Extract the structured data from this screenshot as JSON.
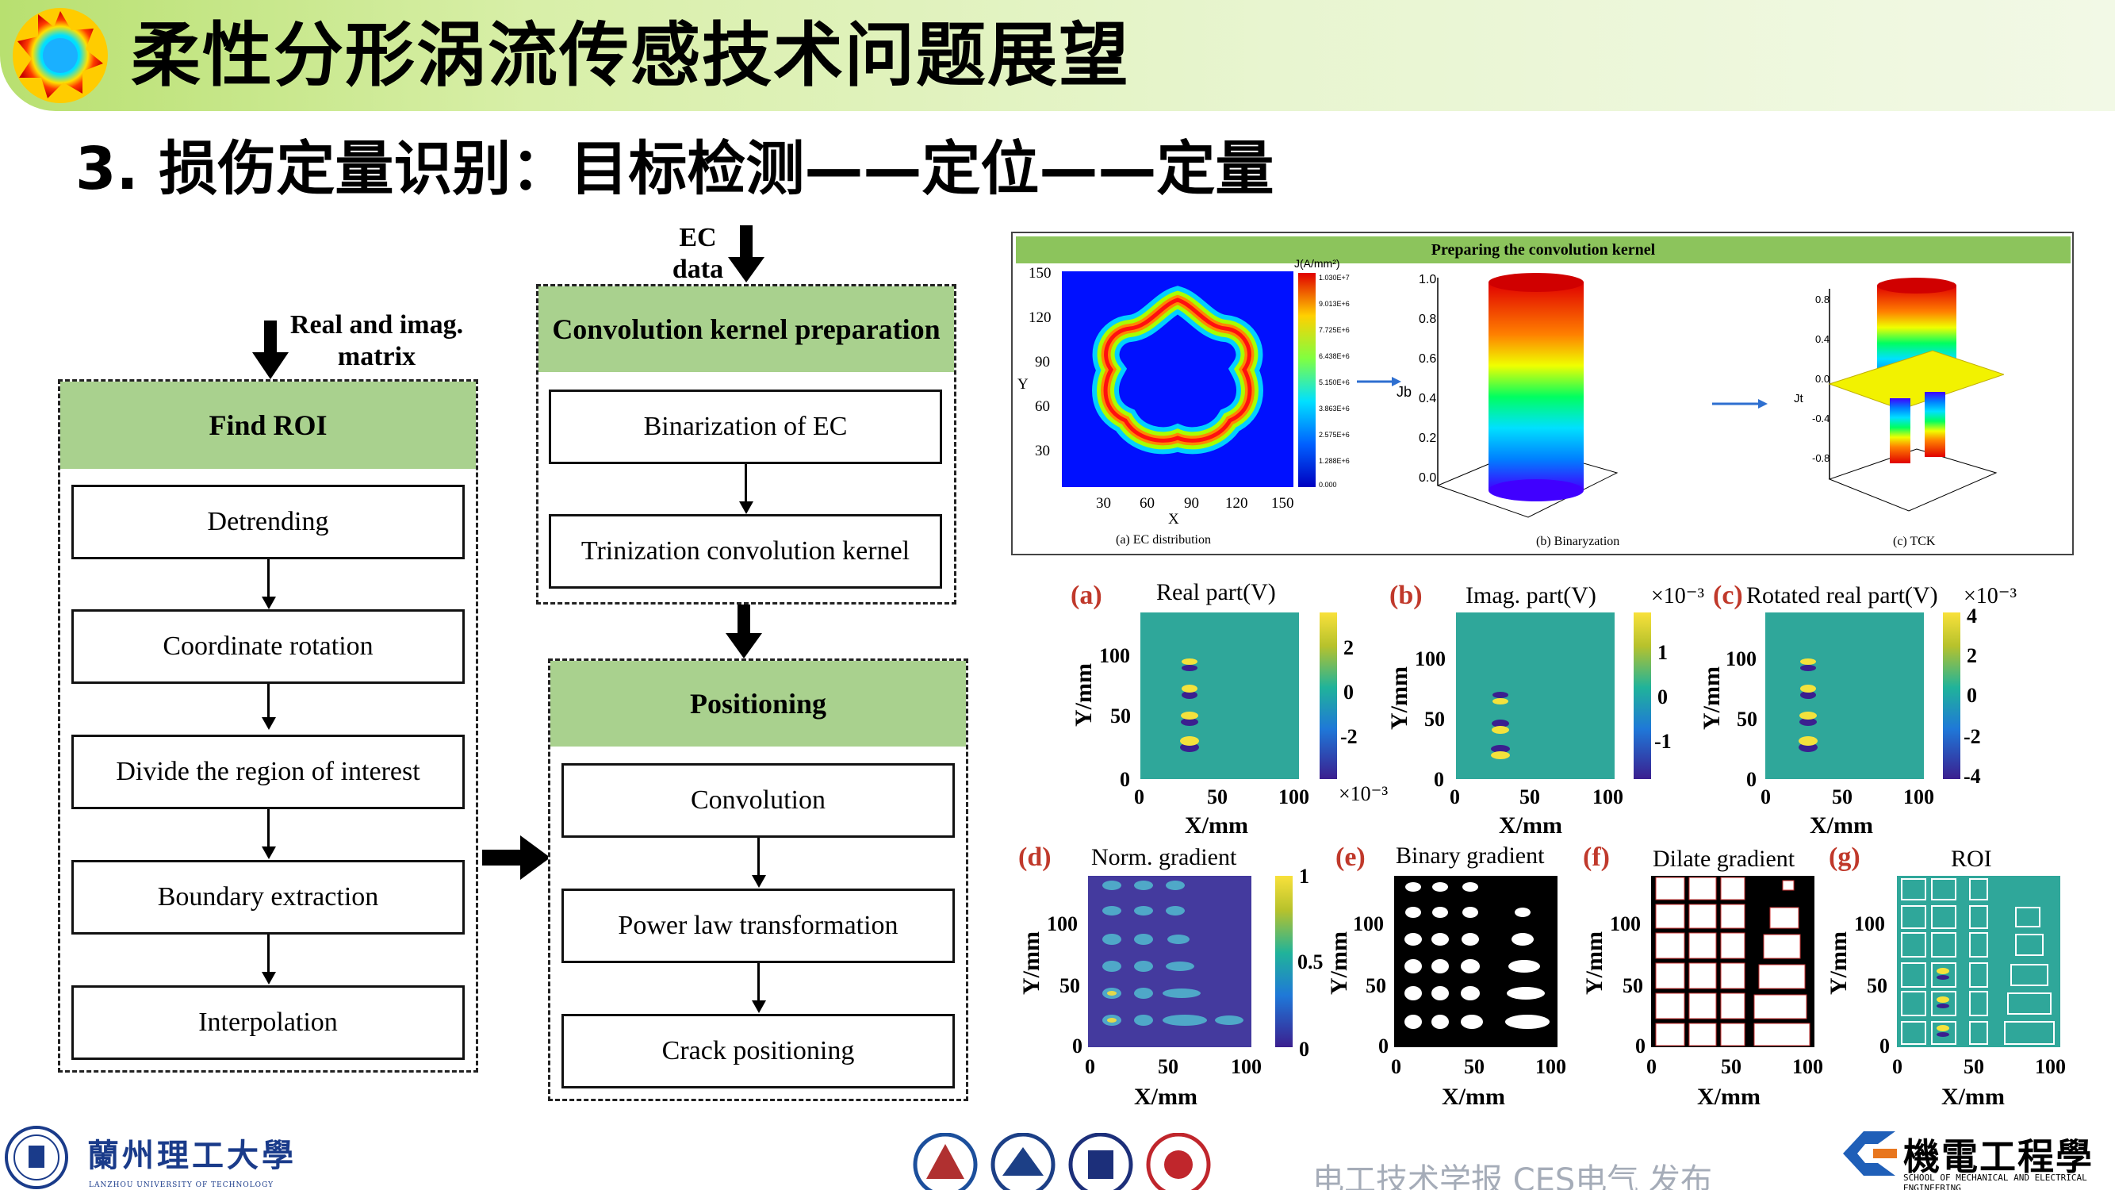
{
  "header": {
    "title": "柔性分形涡流传感技术问题展望",
    "subtitle": "3. 损伤定量识别：目标检测——定位——定量"
  },
  "flow": {
    "left_input": "Real and imag.\nmatrix",
    "find_roi": "Find ROI",
    "roi_steps": [
      "Detrending",
      "Coordinate rotation",
      "Divide the region of interest",
      "Boundary extraction",
      "Interpolation"
    ],
    "ec_input": "EC\ndata",
    "kernel_head": "Convolution kernel preparation",
    "kernel_steps": [
      "Binarization of EC",
      "Trinization convolution kernel"
    ],
    "positioning_head": "Positioning",
    "positioning_steps": [
      "Convolution",
      "Power law transformation",
      "Crack positioning"
    ]
  },
  "kernel_panel": {
    "banner": "Preparing the convolution kernel",
    "captions": [
      "(a) EC distribution",
      "(b) Binaryzation",
      "(c) TCK"
    ],
    "ec_yticks": [
      "150",
      "120",
      "90",
      "60",
      "30"
    ],
    "ec_xticks": [
      "30",
      "60",
      "90",
      "120",
      "150"
    ],
    "ec_xlabel": "X",
    "ec_ylabel": "Y",
    "cbar_title": "J(A/mm²)",
    "cbar_ticks": [
      "1.030E+7",
      "9.013E+6",
      "7.725E+6",
      "6.438E+6",
      "5.150E+6",
      "3.863E+6",
      "2.575E+6",
      "1.288E+6",
      "0.000"
    ],
    "b_zticks": [
      "1.0",
      "0.8",
      "0.6",
      "0.4",
      "0.2",
      "0.0"
    ],
    "b_zlabel": "Jb",
    "c_zticks": [
      "0.8",
      "0.4",
      "0.0",
      "-0.4",
      "-0.8"
    ],
    "c_zlabel": "Jt"
  },
  "subplots": {
    "a": {
      "label": "(a)",
      "title": "Real part(V)",
      "cbar_ticks": [
        "2",
        "0",
        "-2"
      ],
      "scale": "×10⁻³"
    },
    "b": {
      "label": "(b)",
      "title": "Imag. part(V)",
      "cbar_ticks": [
        "1",
        "0",
        "-1"
      ],
      "scale": "×10⁻³"
    },
    "c": {
      "label": "(c)",
      "title": "Rotated real part(V)",
      "cbar_ticks": [
        "4",
        "2",
        "0",
        "-2",
        "-4"
      ],
      "scale": "×10⁻³"
    },
    "d": {
      "label": "(d)",
      "title": "Norm. gradient",
      "cbar_ticks": [
        "1",
        "0.5",
        "0"
      ]
    },
    "e": {
      "label": "(e)",
      "title": "Binary gradient"
    },
    "f": {
      "label": "(f)",
      "title": "Dilate gradient"
    },
    "g": {
      "label": "(g)",
      "title": "ROI"
    },
    "yticks": [
      "100",
      "50",
      "0"
    ],
    "xticks": [
      "0",
      "50",
      "100"
    ],
    "xlabel": "X/mm",
    "ylabel": "Y/mm"
  },
  "footer": {
    "university_cn": "蘭州理工大學",
    "university_en": "LANZHOU UNIVERSITY OF TECHNOLOGY",
    "publisher": "电工技术学报 CES电气 发布",
    "school_cn": "機電工程學院",
    "school_en": "SCHOOL OF MECHANICAL AND ELECTRICAL ENGINEERING"
  },
  "colors": {
    "header_green": "#b8e070",
    "box_green": "#a9d18e",
    "label_red": "#c0392b",
    "banner_green": "#8cc45c"
  }
}
